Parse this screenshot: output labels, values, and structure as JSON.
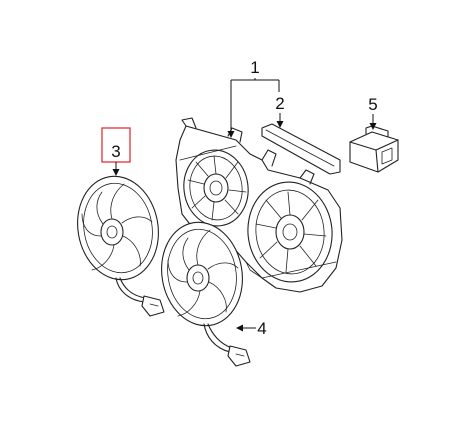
{
  "callouts": {
    "c1": "1",
    "c2": "2",
    "c3": "3",
    "c4": "4",
    "c5": "5"
  },
  "colors": {
    "line": "#222222",
    "highlight": "#e0202a",
    "background": "#ffffff"
  }
}
